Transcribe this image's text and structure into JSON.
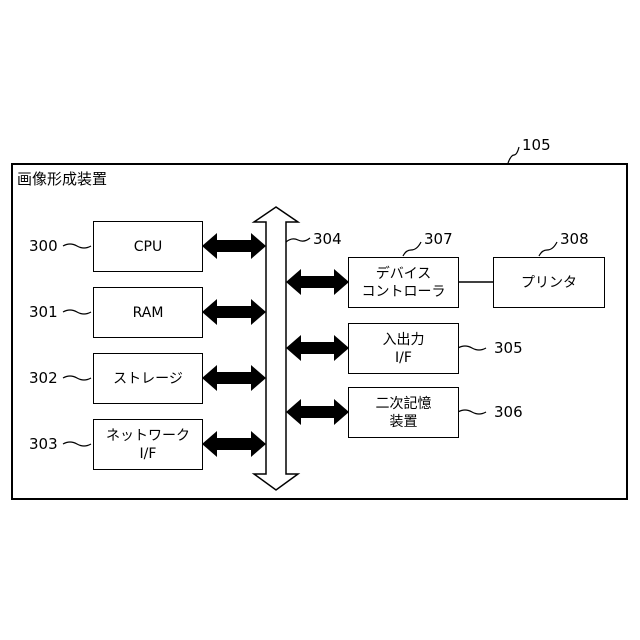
{
  "device": {
    "title": "画像形成装置",
    "ref": "105"
  },
  "bus": {
    "ref": "304"
  },
  "left_blocks": [
    {
      "ref": "300",
      "lines": [
        "CPU"
      ]
    },
    {
      "ref": "301",
      "lines": [
        "RAM"
      ]
    },
    {
      "ref": "302",
      "lines": [
        "ストレージ"
      ]
    },
    {
      "ref": "303",
      "lines": [
        "ネットワーク",
        "I/F"
      ]
    }
  ],
  "right_blocks": [
    {
      "ref": "307",
      "lines": [
        "デバイス",
        "コントローラ"
      ]
    },
    {
      "ref": "305",
      "lines": [
        "入出力",
        "I/F"
      ]
    },
    {
      "ref": "306",
      "lines": [
        "二次記憶",
        "装置"
      ]
    }
  ],
  "printer": {
    "ref": "308",
    "label": "プリンタ"
  }
}
